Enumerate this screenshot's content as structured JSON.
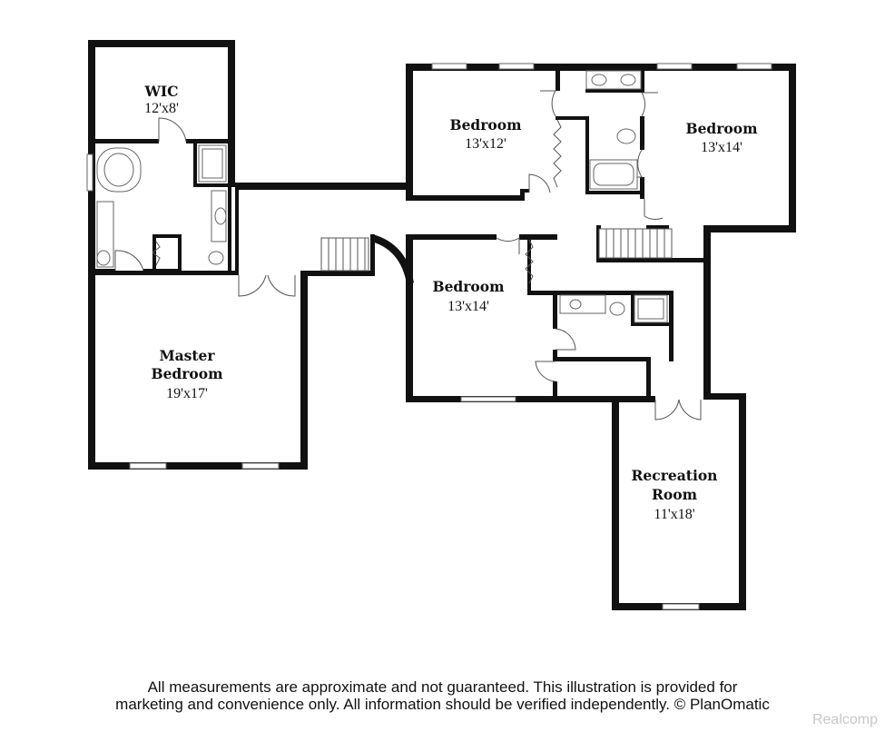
{
  "rooms": {
    "wic": {
      "name": "WIC",
      "dims": "12'x8'"
    },
    "bedroom_ne": {
      "name": "Bedroom",
      "dims": "13'x12'"
    },
    "bedroom_e": {
      "name": "Bedroom",
      "dims": "13'x14'"
    },
    "bedroom_mid": {
      "name": "Bedroom",
      "dims": "13'x14'"
    },
    "master": {
      "line1": "Master",
      "line2": "Bedroom",
      "dims": "19'x17'"
    },
    "recreation": {
      "line1": "Recreation",
      "line2": "Room",
      "dims": "11'x18'"
    }
  },
  "disclaimer": {
    "line1": "All measurements are approximate and not guaranteed. This illustration is provided for",
    "line2": "marketing and convenience only. All information should be verified independently. © PlanOmatic"
  },
  "watermark": "Realcomp"
}
